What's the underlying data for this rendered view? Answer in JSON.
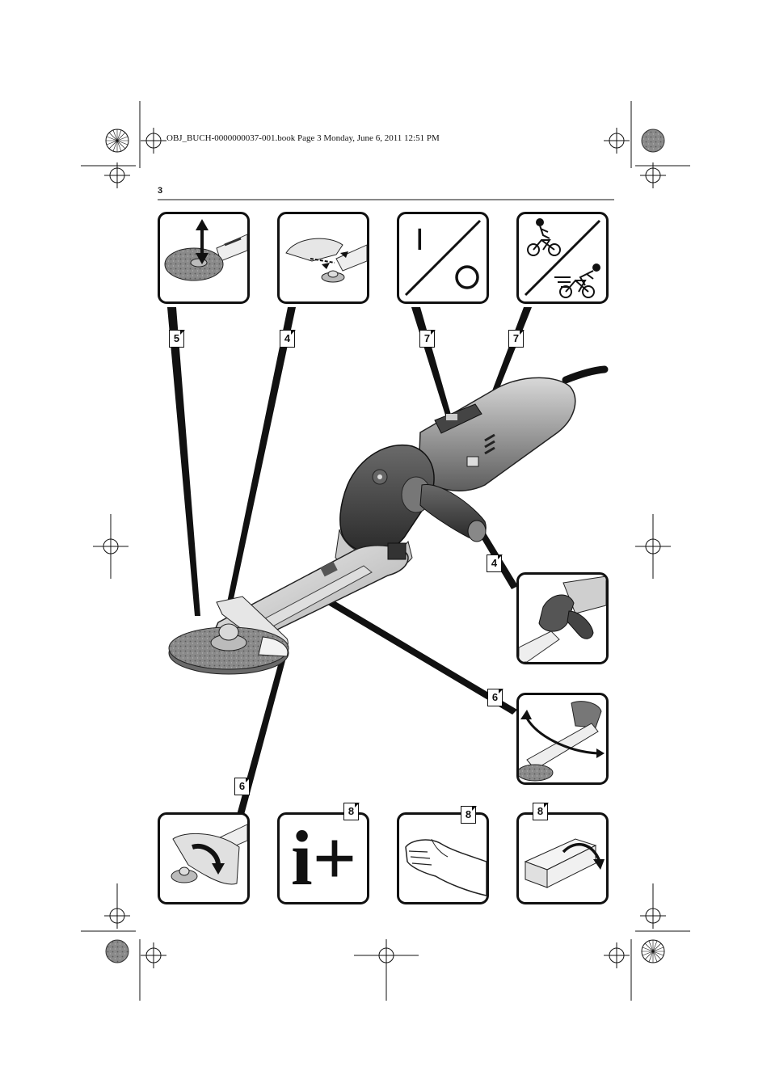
{
  "header": {
    "text": "OBJ_BUCH-0000000037-001.book  Page 3  Monday, June 6, 2011  12:51 PM"
  },
  "page": {
    "number": "3"
  },
  "panels": {
    "switch_on_symbol": "I",
    "info_symbol": "i+"
  },
  "tags": {
    "disc": "5",
    "guard_top": "4",
    "switch": "7",
    "speed": "7",
    "handle": "4",
    "rotate": "6",
    "guard_bottom": "6",
    "info": "8",
    "glove": "8",
    "box": "8"
  }
}
